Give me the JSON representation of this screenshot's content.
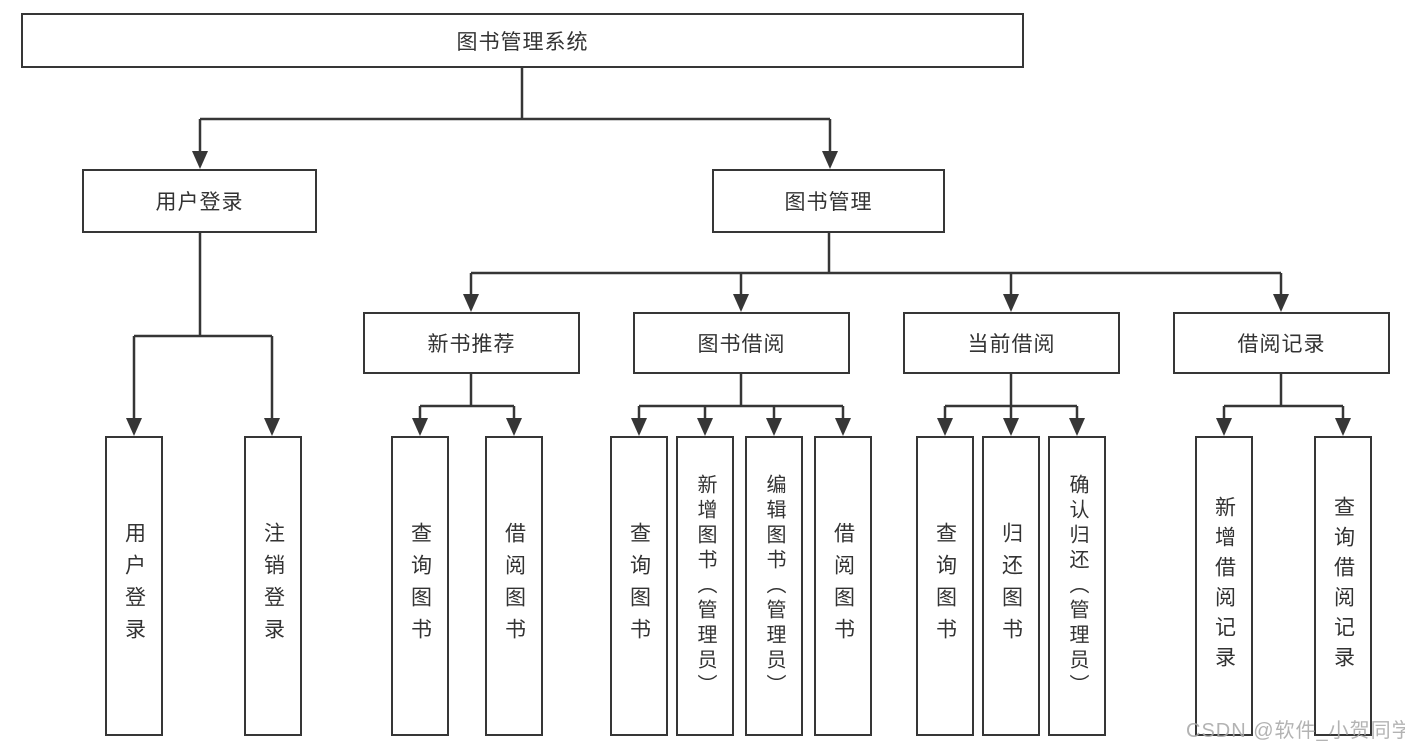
{
  "tree": {
    "root": {
      "label": "图书管理系统"
    },
    "level2": [
      {
        "label": "用户登录"
      },
      {
        "label": "图书管理"
      }
    ],
    "level3": [
      {
        "label": "新书推荐",
        "parent": "图书管理"
      },
      {
        "label": "图书借阅",
        "parent": "图书管理"
      },
      {
        "label": "当前借阅",
        "parent": "图书管理"
      },
      {
        "label": "借阅记录",
        "parent": "图书管理"
      }
    ],
    "leaves": [
      {
        "label": "用户登录",
        "parent": "用户登录"
      },
      {
        "label": "注销登录",
        "parent": "用户登录"
      },
      {
        "label": "查询图书",
        "parent": "新书推荐"
      },
      {
        "label": "借阅图书",
        "parent": "新书推荐"
      },
      {
        "label": "查询图书",
        "parent": "图书借阅"
      },
      {
        "label": "新增图书（管理员）",
        "parent": "图书借阅"
      },
      {
        "label": "编辑图书（管理员）",
        "parent": "图书借阅"
      },
      {
        "label": "借阅图书",
        "parent": "图书借阅"
      },
      {
        "label": "查询图书",
        "parent": "当前借阅"
      },
      {
        "label": "归还图书",
        "parent": "当前借阅"
      },
      {
        "label": "确认归还（管理员）",
        "parent": "当前借阅"
      },
      {
        "label": "新增借阅记录",
        "parent": "借阅记录"
      },
      {
        "label": "查询借阅记录",
        "parent": "借阅记录"
      }
    ]
  },
  "watermark": "CSDN @软件_小贺同学",
  "colors": {
    "line": "#363636",
    "text": "#333333",
    "background": "#ffffff",
    "watermark": "#a8a8a8"
  }
}
